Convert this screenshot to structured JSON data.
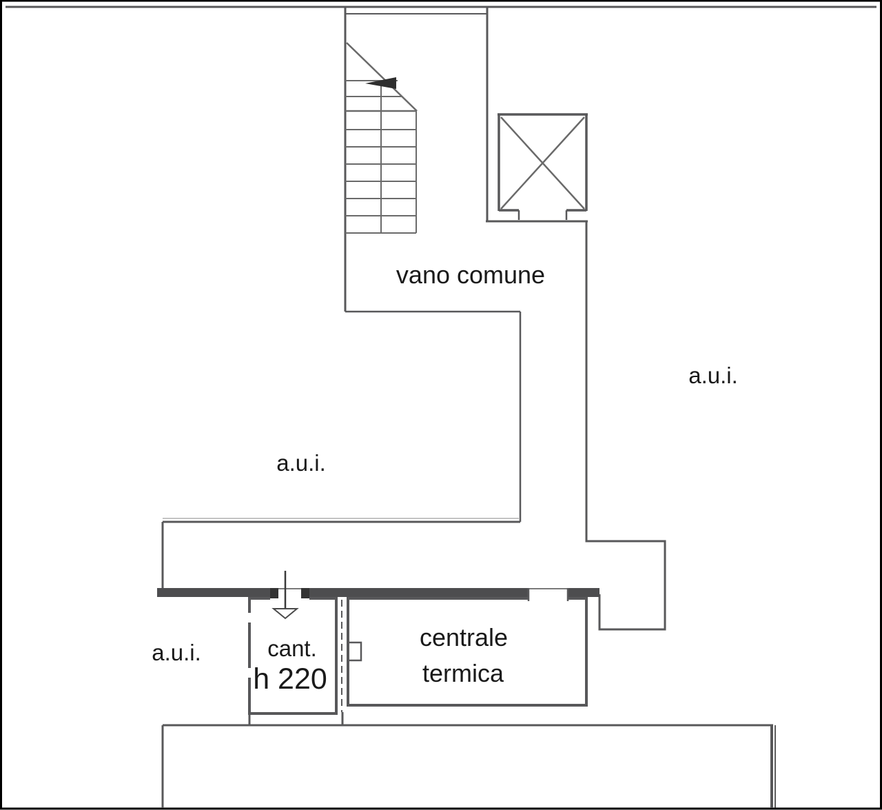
{
  "plan": {
    "title": "basement cadastral floor plan",
    "labels": {
      "common_space": "vano comune",
      "aui_right": "a.u.i.",
      "aui_left": "a.u.i.",
      "aui_bottom": "a.u.i.",
      "cellar_line1": "cant.",
      "cellar_line2": "h 220",
      "boiler_line1": "centrale",
      "boiler_line2": "termica"
    },
    "colors": {
      "background": "#ffffff",
      "frame": "#000000",
      "wall": "#58585a",
      "wall_thick": "#4d4d4f",
      "step_line": "#6a6a6a",
      "text": "#1a1a1a"
    }
  }
}
